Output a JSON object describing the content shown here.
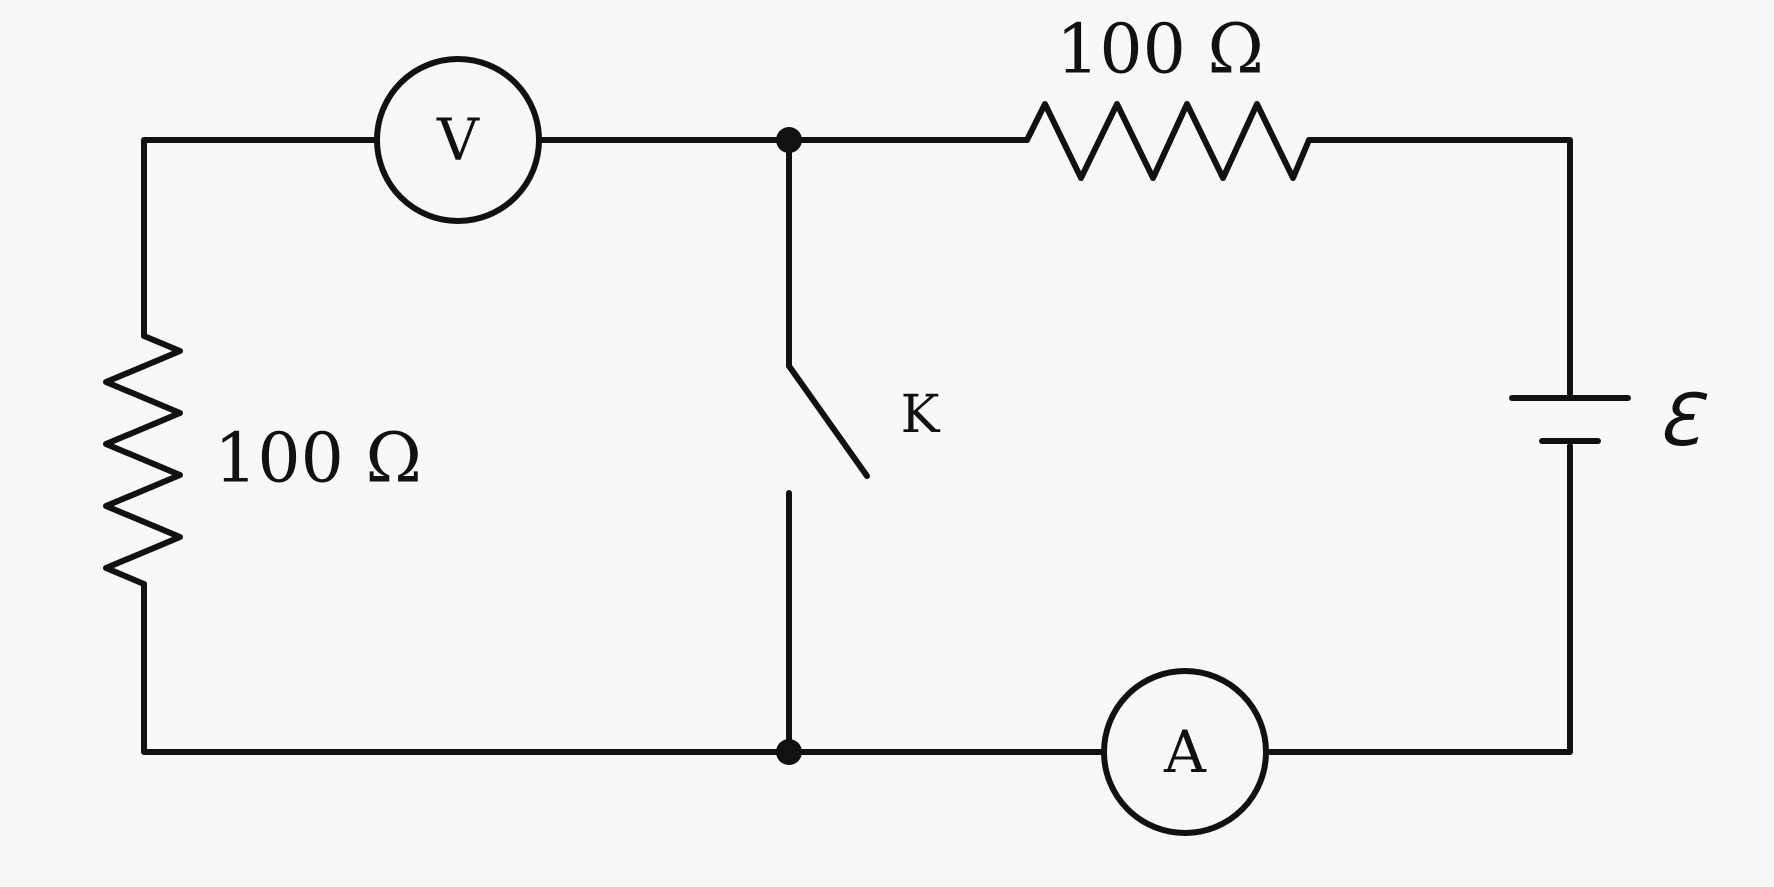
{
  "diagram": {
    "type": "circuit",
    "components": {
      "left_resistor": {
        "label": "100 Ω"
      },
      "top_resistor": {
        "label": "100 Ω"
      },
      "voltmeter": {
        "label": "V"
      },
      "ammeter": {
        "label": "A"
      },
      "switch": {
        "label": "K",
        "state": "open"
      },
      "battery": {
        "label": "ℇ"
      }
    }
  },
  "colors": {
    "line": "#111111",
    "background": "#f8f8f8"
  }
}
